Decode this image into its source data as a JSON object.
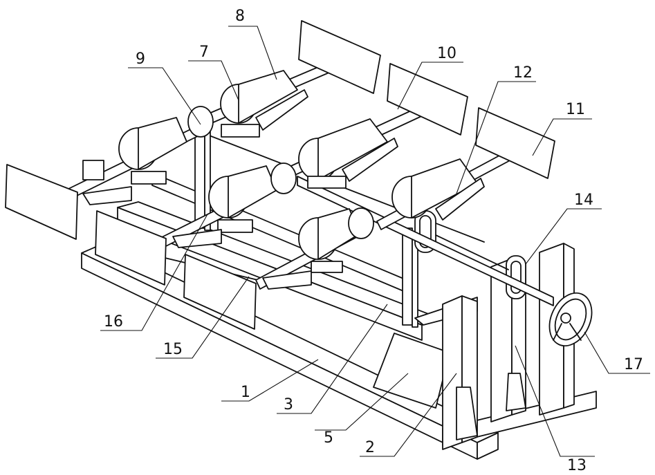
{
  "figure": {
    "labels": [
      {
        "id": "1",
        "text": "1"
      },
      {
        "id": "2",
        "text": "2"
      },
      {
        "id": "3",
        "text": "3"
      },
      {
        "id": "5",
        "text": "5"
      },
      {
        "id": "7",
        "text": "7"
      },
      {
        "id": "8",
        "text": "8"
      },
      {
        "id": "9",
        "text": "9"
      },
      {
        "id": "10",
        "text": "10"
      },
      {
        "id": "11",
        "text": "11"
      },
      {
        "id": "12",
        "text": "12"
      },
      {
        "id": "13",
        "text": "13"
      },
      {
        "id": "14",
        "text": "14"
      },
      {
        "id": "15",
        "text": "15"
      },
      {
        "id": "16",
        "text": "16"
      },
      {
        "id": "17",
        "text": "17"
      }
    ],
    "line_color": "#111111",
    "background": "#ffffff"
  }
}
